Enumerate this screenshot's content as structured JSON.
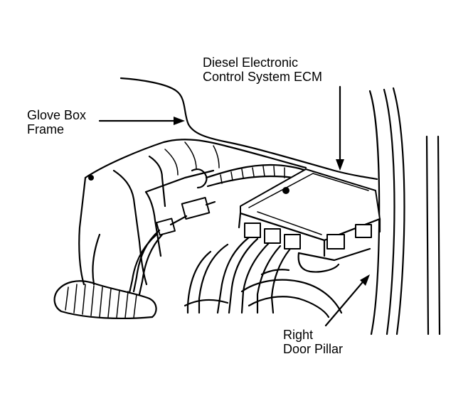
{
  "callouts": {
    "ecm_line1": "Diesel Electronic",
    "ecm_line2": "Control System ECM",
    "glove_line1": "Glove Box",
    "glove_line2": "Frame",
    "pillar_line1": "Right",
    "pillar_line2": "Door Pillar"
  },
  "colors": {
    "ink": "#000000",
    "paper": "#ffffff"
  }
}
